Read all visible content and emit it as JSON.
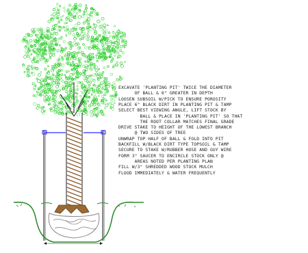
{
  "detail": {
    "notes": [
      "EXCAVATE 'PLANTING PIT' TWICE THE DIAMETER",
      "      OF BALL & 6\" GREATER IN DEPTH",
      "LOOSEN SUBSOIL W/PICK TO ENSURE POROSITY",
      "PLACE 6\" BLACK DIRT IN PLANTING PIT & TAMP",
      "SELECT BEST VIEWING ANGLE, LIFT STOCK BY",
      "        BALL & PLACE IN 'PLANTING PIT' SO THAT",
      "        THE ROOT COLLAR MATCHES FINAL GRADE",
      "DRIVE STAKE TO HEIGHT OF THE LOWEST BRANCH",
      "      @ TWO SIDES OF TREE",
      "UNWRAP TOP HALF OF BALL & FOLD INTO PIT",
      "BACKFILL W/BLACK DIRT TYPE TOPSOIL & TAMP",
      "SECURE TO STAKE W/RUBBER HOSE AND GUY WIRE",
      "FORM 3\" SAUCER TO ENCIRCLE STOCK ONLY @",
      "      AREAS NOTED PER PLANTING PLAN",
      "FILL W/3\" SHREDDED WOOD STOCK MULCH",
      "FLOOD IMMEDIATELY & WATER FREQUENTLY"
    ],
    "colors": {
      "foliage": "#2ecc2e",
      "foliage_light": "#7be37b",
      "stake": "#1a1a1a",
      "trunk_stripe": "#8a5a2a",
      "root_ball": "#9a6a32",
      "guy_wire": "#2a2aff",
      "soil": "#2e8b2e",
      "text": "#1a1a1a"
    }
  }
}
